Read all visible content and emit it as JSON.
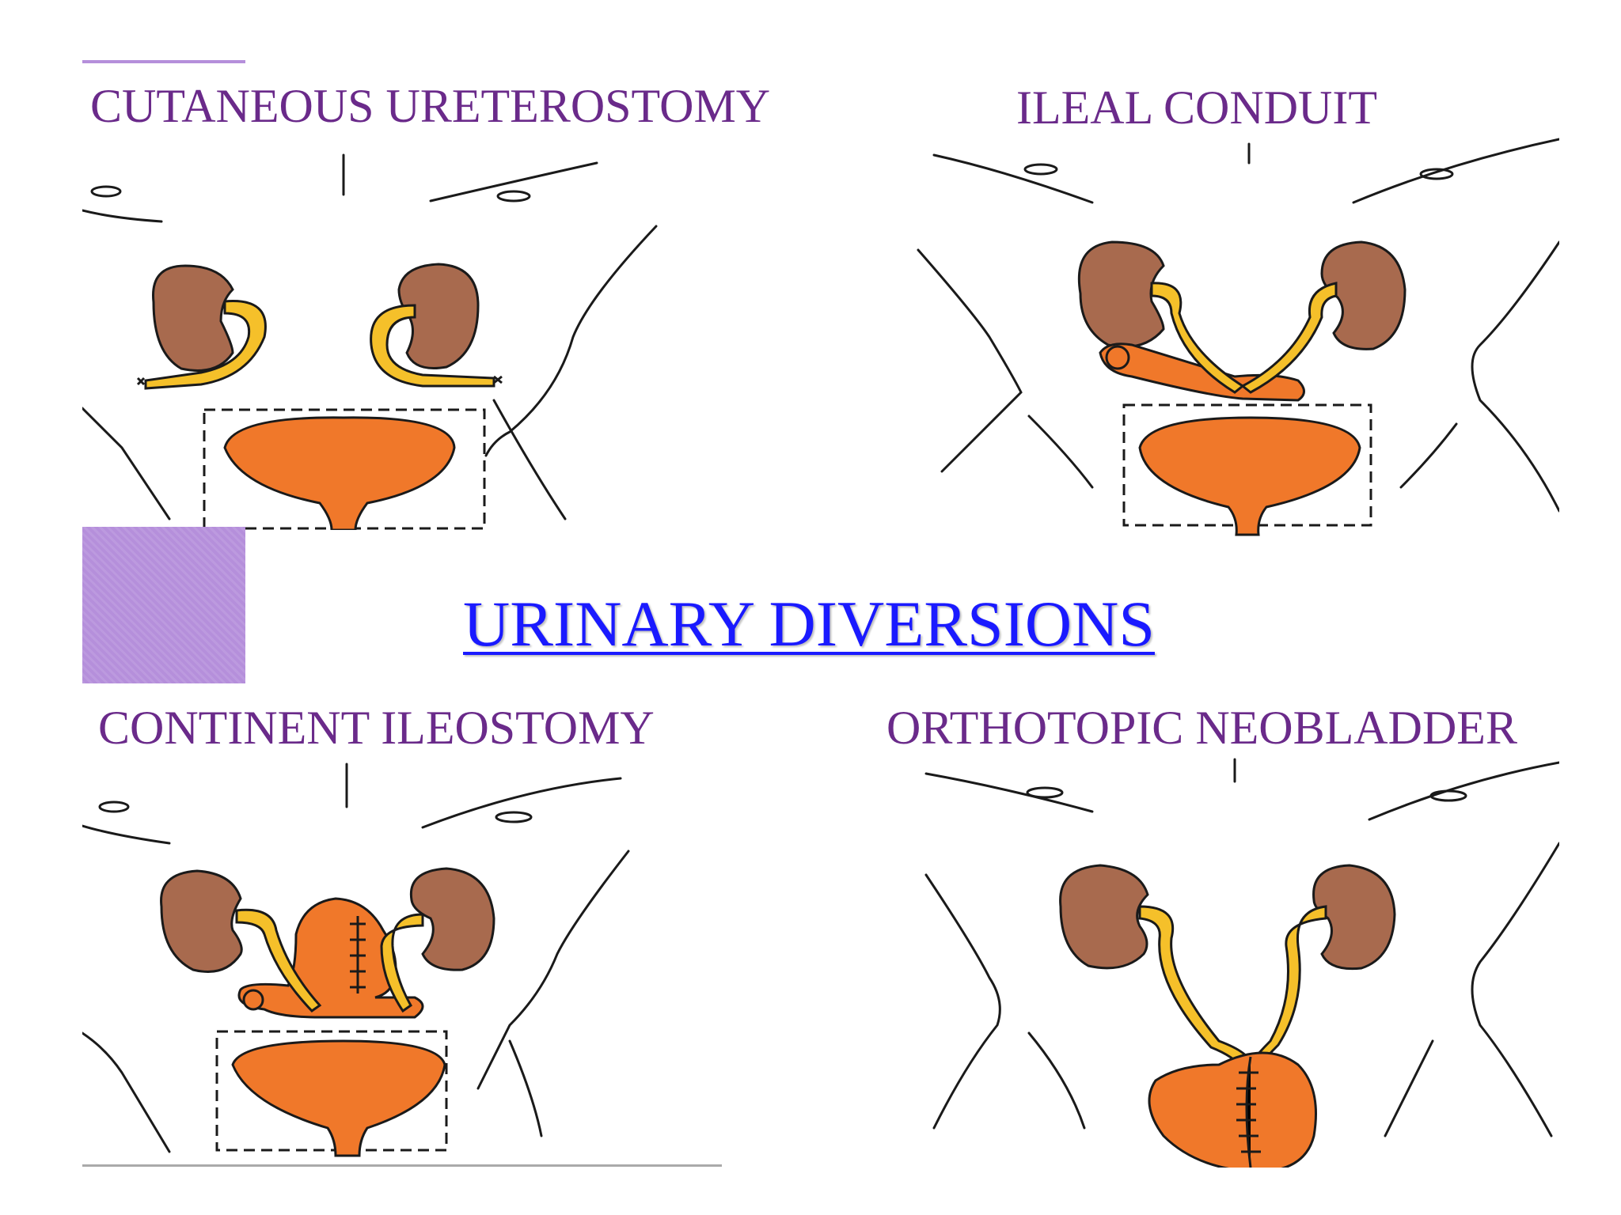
{
  "title": "URINARY DIVERSIONS",
  "colors": {
    "title": "#1a1aff",
    "label": "#6a2a8a",
    "accent": "#b58fdb",
    "kidney": "#a86a4e",
    "ureter": "#f5c02a",
    "bladder": "#f0782a",
    "outline": "#1a1a1a"
  },
  "panels": [
    {
      "id": "cutaneous-ureterostomy",
      "label": "CUTANEOUS URETEROSTOMY"
    },
    {
      "id": "ileal-conduit",
      "label": "ILEAL CONDUIT"
    },
    {
      "id": "continent-ileostomy",
      "label": "CONTINENT ILEOSTOMY"
    },
    {
      "id": "orthotopic-neobladder",
      "label": "ORTHOTOPIC NEOBLADDER"
    }
  ]
}
